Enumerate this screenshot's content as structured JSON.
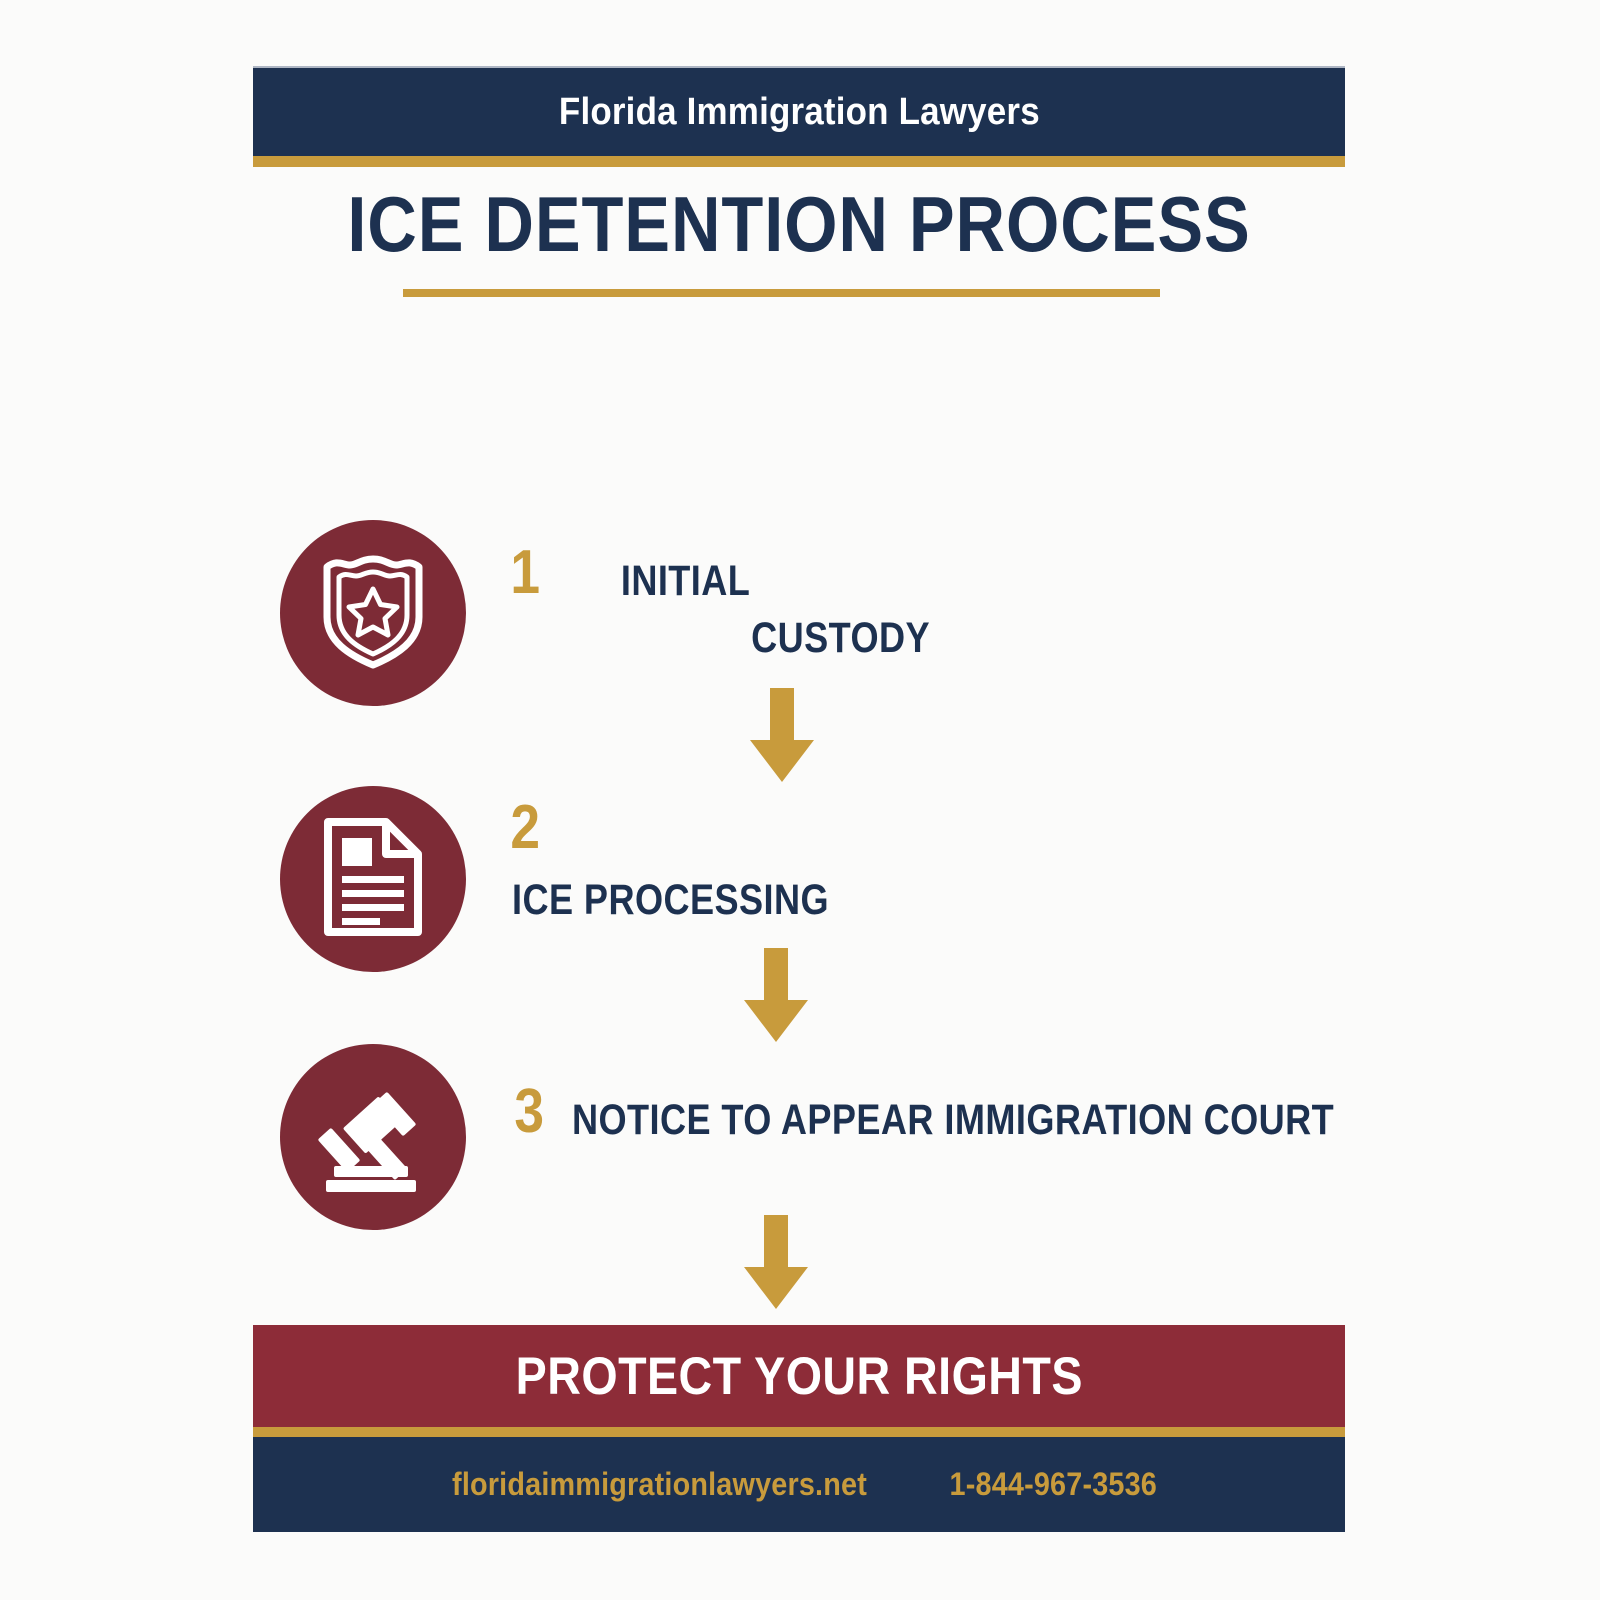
{
  "header": {
    "brand": "Florida Immigration Lawyers",
    "title": "ICE DETENTION PROCESS"
  },
  "steps": [
    {
      "number": "1",
      "label": "INITIAL CUSTODY",
      "label_line_1": "INITIAL",
      "label_line_2": "CUSTODY",
      "icon": "police-badge-shield-icon"
    },
    {
      "number": "2",
      "label": "ICE PROCESSING",
      "icon": "document-page-icon"
    },
    {
      "number": "3",
      "label": "NOTICE TO APPEAR IMMIGRATION COURT",
      "icon": "gavel-icon"
    }
  ],
  "arrows": [
    {
      "name": "arrow-step-1-to-2"
    },
    {
      "name": "arrow-step-2-to-3"
    },
    {
      "name": "arrow-step-3-to-cta"
    }
  ],
  "footer": {
    "cta": "PROTECT YOUR RIGHTS",
    "website": "floridaimmigrationlawyers.net",
    "phone": "1-844-967-3536"
  },
  "colors": {
    "navy": "#1d3150",
    "gold": "#c89b3c",
    "maroon": "#7d2b36",
    "maroon_bright": "#8d2c38",
    "background": "#fbfbfa",
    "white": "#ffffff"
  }
}
